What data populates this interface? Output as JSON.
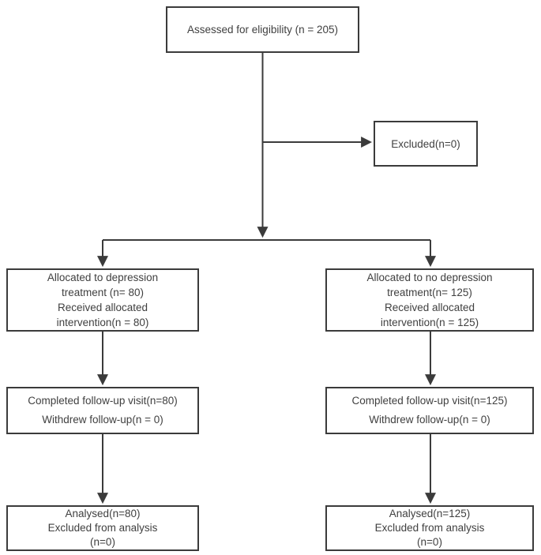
{
  "diagram_type": "participant-flow-diagram",
  "colors": {
    "line": "#3b3b3b",
    "text": "#404040",
    "background": "#ffffff"
  },
  "boxes": {
    "assessed": {
      "lines": [
        "Assessed for eligibility (n = 205)"
      ]
    },
    "excluded": {
      "lines": [
        "Excluded(n=0)"
      ]
    },
    "allocated_treatment": {
      "lines": [
        "Allocated to depression",
        "treatment (n= 80)",
        "Received allocated",
        "intervention(n = 80)"
      ]
    },
    "allocated_no_treatment": {
      "lines": [
        "Allocated to no depression",
        "treatment(n= 125)",
        "Received allocated",
        "intervention(n = 125)"
      ]
    },
    "followup_treatment": {
      "lines": [
        "Completed follow-up visit(n=80)",
        "Withdrew follow-up(n = 0)"
      ]
    },
    "followup_no_treatment": {
      "lines": [
        "Completed follow-up visit(n=125)",
        "Withdrew follow-up(n = 0)"
      ]
    },
    "analysed_treatment": {
      "lines": [
        "Analysed(n=80)",
        "Excluded from analysis",
        "(n=0)"
      ]
    },
    "analysed_no_treatment": {
      "lines": [
        "Analysed(n=125)",
        "Excluded from analysis",
        "(n=0)"
      ]
    }
  }
}
